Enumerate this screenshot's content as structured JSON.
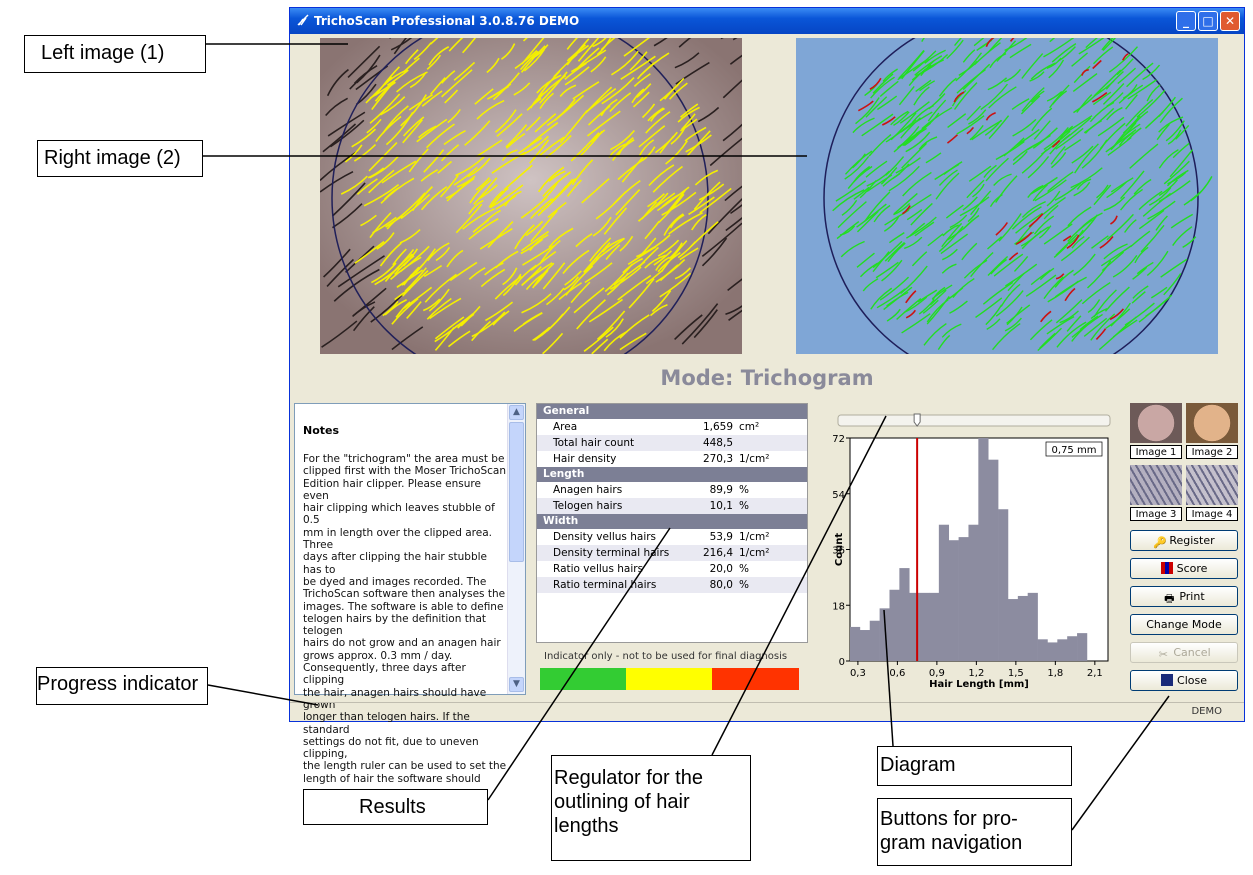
{
  "window": {
    "title": "TrichoScan Professional 3.0.8.76   DEMO",
    "mode": "Mode: Trichogram",
    "status": "DEMO"
  },
  "annotations": {
    "left_image": "Left image (1)",
    "right_image": "Right image (2)",
    "progress": "Progress indicator",
    "results": "Results",
    "regulator": [
      "Regulator for the",
      "outlining of hair",
      "lengths"
    ],
    "diagram": "Diagram",
    "buttons": [
      "Buttons for pro-",
      "gram navigation"
    ]
  },
  "notes": {
    "title": "Notes",
    "lines": [
      "For the \"trichogram\" the area must be",
      "clipped first with the Moser TrichoScan",
      "Edition hair clipper. Please ensure even",
      "hair clipping which leaves stubble of 0.5",
      "mm in length over the clipped area. Three",
      "days after clipping the hair stubble has to",
      "be dyed and images recorded. The",
      "TrichoScan software then analyses the",
      "images. The software is able to define",
      "telogen hairs by the definition that telogen",
      "hairs do not grow and an anagen hair",
      "grows approx. 0.3 mm / day.",
      "Consequently, three days after clipping",
      "the hair, anagen hairs should have grown",
      "longer than telogen hairs. If the standard",
      "settings do not fit, due to uneven clipping,",
      "the length ruler can be used to set the",
      "length of hair the software should"
    ]
  },
  "results": {
    "general": {
      "label": "General",
      "rows": [
        {
          "name": "Area",
          "value": "1,659",
          "unit": "cm²"
        },
        {
          "name": "Total hair count",
          "value": "448,5",
          "unit": ""
        },
        {
          "name": "Hair density",
          "value": "270,3",
          "unit": "1/cm²"
        }
      ]
    },
    "length": {
      "label": "Length",
      "rows": [
        {
          "name": "Anagen hairs",
          "value": "89,9",
          "unit": "%"
        },
        {
          "name": "Telogen hairs",
          "value": "10,1",
          "unit": "%"
        }
      ]
    },
    "width": {
      "label": "Width",
      "rows": [
        {
          "name": "Density vellus hairs",
          "value": "53,9",
          "unit": "1/cm²"
        },
        {
          "name": "Density terminal hairs",
          "value": "216,4",
          "unit": "1/cm²"
        },
        {
          "name": "Ratio vellus hairs",
          "value": "20,0",
          "unit": "%"
        },
        {
          "name": "Ratio terminal hairs",
          "value": "80,0",
          "unit": "%"
        }
      ]
    }
  },
  "indicator": {
    "text": "Indicator only - not to be used for final diagnosis",
    "colors": [
      "#33cc33",
      "#ffff00",
      "#ff3300"
    ]
  },
  "chart_data": {
    "type": "bar",
    "xlabel": "Hair Length  [mm]",
    "ylabel": "Count",
    "xlim": [
      0.24,
      2.2
    ],
    "ylim": [
      0,
      72
    ],
    "x_ticks": [
      "0,3",
      "0,6",
      "0,9",
      "1,2",
      "1,5",
      "1,8",
      "2,1"
    ],
    "y_ticks": [
      "0",
      "18",
      "36",
      "54",
      "72"
    ],
    "bin_width": 0.075,
    "bins_start": 0.24,
    "values": [
      11,
      10,
      13,
      17,
      23,
      30,
      22,
      22,
      22,
      44,
      39,
      40,
      44,
      72,
      65,
      49,
      20,
      21,
      22,
      7,
      6,
      7,
      8,
      9
    ],
    "marker_label": "0,75 mm",
    "marker_value": 0.75,
    "bar_color": "#8c8ca0",
    "marker_color": "#cc0000"
  },
  "thumbnails": [
    "Image 1",
    "Image 2",
    "Image 3",
    "Image 4"
  ],
  "buttons": {
    "register": "Register",
    "score": "Score",
    "print": "Print",
    "change_mode": "Change Mode",
    "cancel": "Cancel",
    "close": "Close"
  }
}
